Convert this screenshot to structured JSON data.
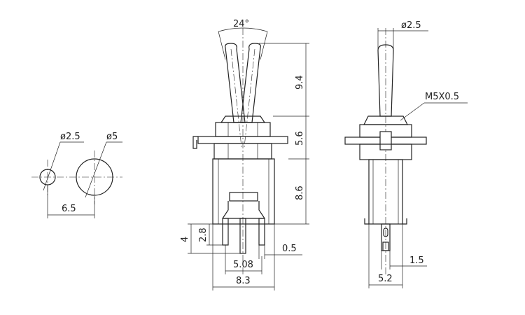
{
  "dimensions": {
    "angle": "24°",
    "toggle_dia": "ø2.5",
    "hole_small_dia": "ø2.5",
    "hole_large_dia": "ø5",
    "hole_spacing": "6.5",
    "lever_height": "9.4",
    "bushing_height": "5.6",
    "body_height": "8.6",
    "pin_length": "4",
    "pin_length_inner": "2.8",
    "pin_thickness": "0.5",
    "pin_pitch": "5.08",
    "body_width": "8.3",
    "thread": "M5X0.5",
    "pin_width": "1.5",
    "side_width": "5.2"
  }
}
